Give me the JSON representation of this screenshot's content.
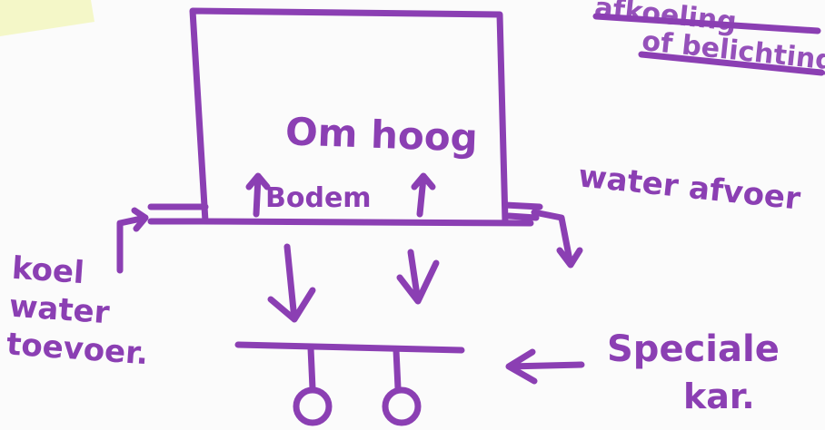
{
  "labels": {
    "inside_top": "Om hoog",
    "bottom": "Bodem",
    "outflow": "water afvoer",
    "inflow": [
      "koel",
      "water",
      "toevoer."
    ],
    "cart_line1": "Speciale",
    "cart_line2": "kar.",
    "crossed_out_1": "afkoeling",
    "crossed_out_2": "of belichting"
  },
  "colors": {
    "ink": "#8b3fb3",
    "paper": "#fbfbfb",
    "sticky_note": "#f4f7c8"
  },
  "icons": {
    "arrow_up": "arrow-up-icon",
    "arrow_down": "arrow-down-icon",
    "arrow_left": "arrow-left-icon",
    "wheel": "wheel-icon"
  }
}
